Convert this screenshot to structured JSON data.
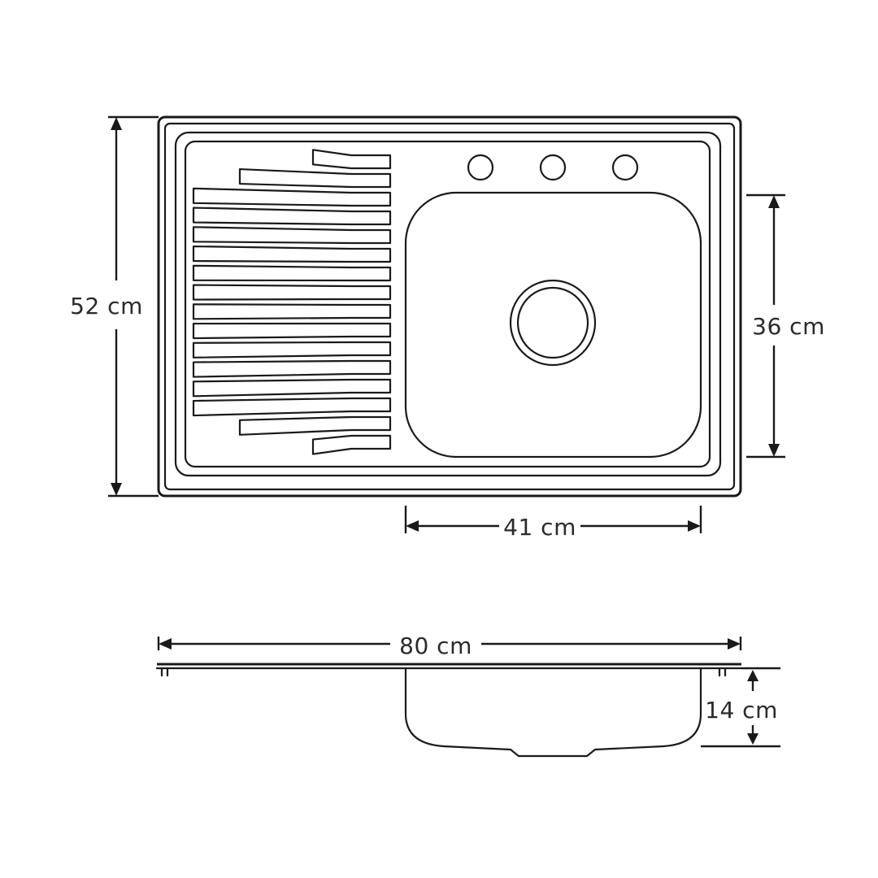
{
  "dimensions": {
    "overall_height": "52 cm",
    "bowl_height": "36 cm",
    "bowl_width": "41 cm",
    "overall_width": "80 cm",
    "bowl_depth": "14 cm"
  },
  "colors": {
    "line": "#1a1a1a",
    "label": "#2a2a2a",
    "background": "#ffffff"
  },
  "features": {
    "faucet_holes": 3,
    "drainboard_ribs_left_side": true,
    "views": [
      "top",
      "side"
    ]
  }
}
